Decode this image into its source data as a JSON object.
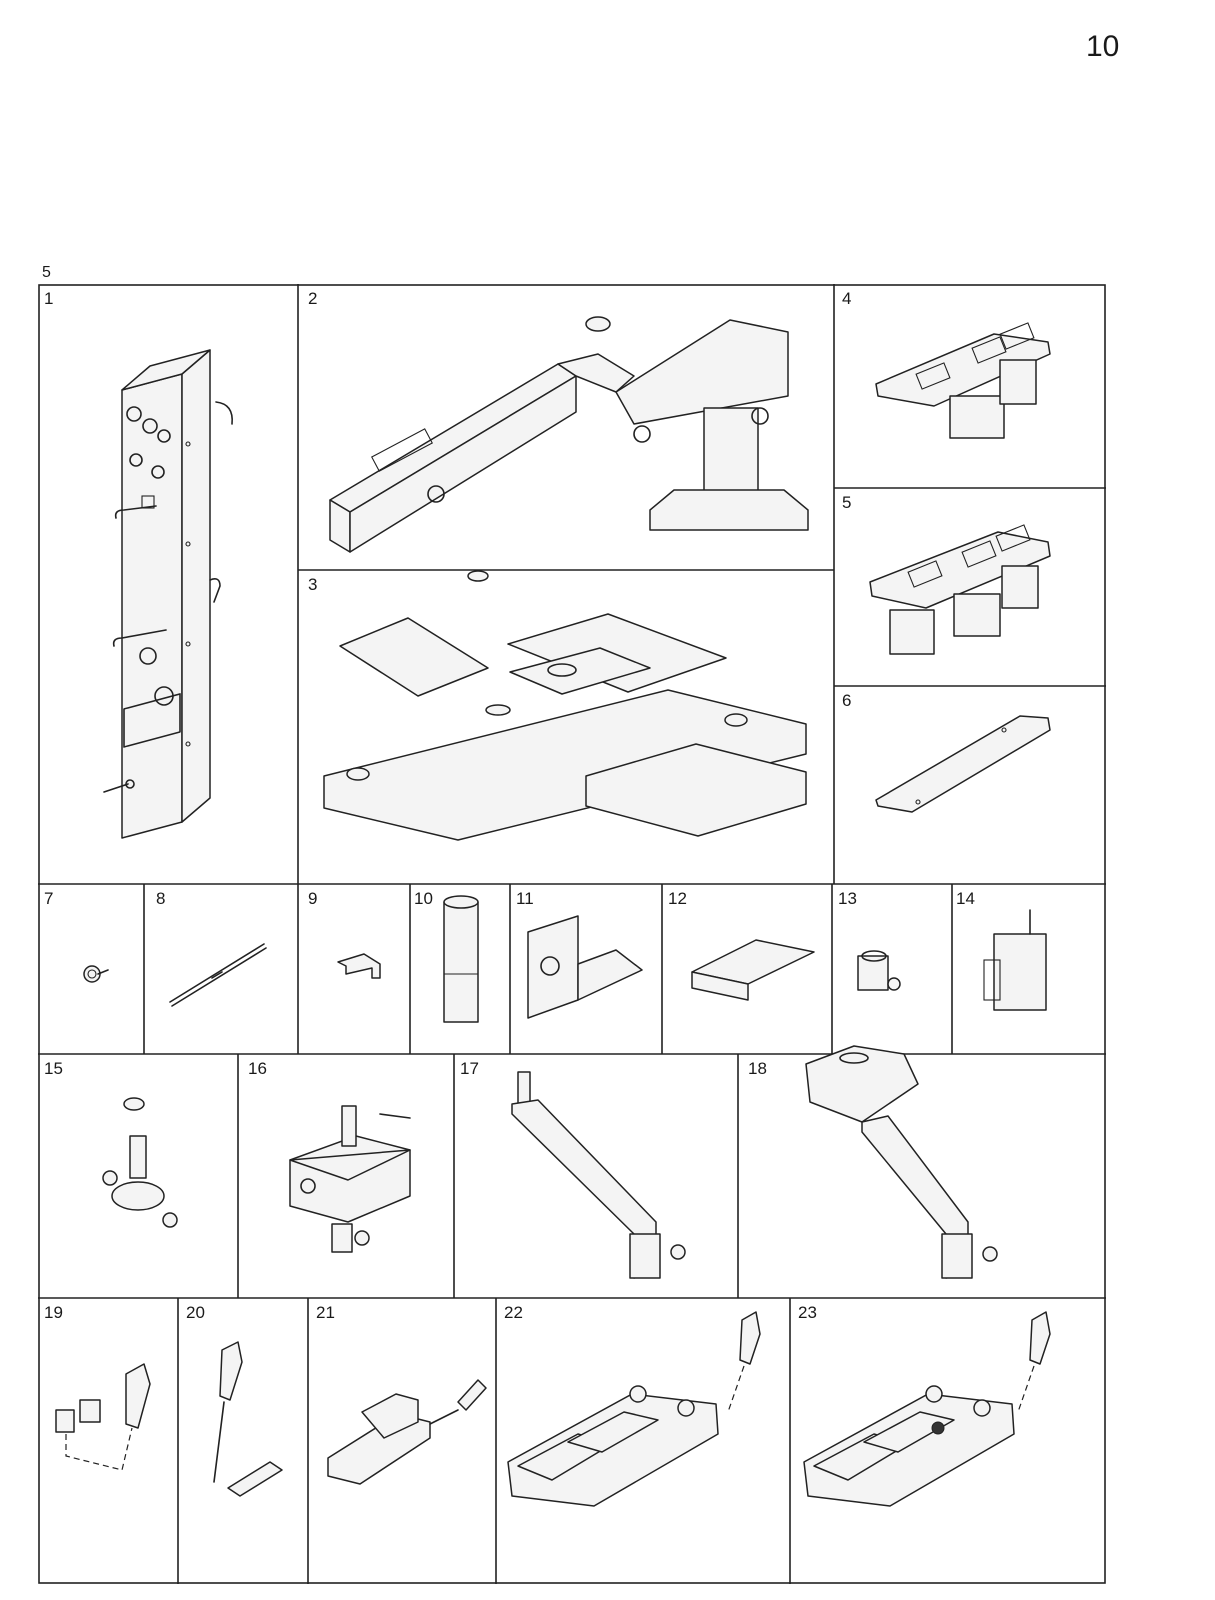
{
  "page": {
    "number": "10",
    "figure_number": "5"
  },
  "cells": [
    {
      "label": "1",
      "item": "column-stand"
    },
    {
      "label": "2",
      "item": "swing-arm"
    },
    {
      "label": "3",
      "item": "stand-base"
    },
    {
      "label": "4",
      "item": "mounting-plate-single"
    },
    {
      "label": "5",
      "item": "mounting-plate-double"
    },
    {
      "label": "6",
      "item": "cover-plate"
    },
    {
      "label": "7",
      "item": "knob"
    },
    {
      "label": "8",
      "item": "rod"
    },
    {
      "label": "9",
      "item": "bracket-clip"
    },
    {
      "label": "10",
      "item": "tube-sleeve"
    },
    {
      "label": "11",
      "item": "angle-bracket"
    },
    {
      "label": "12",
      "item": "bent-plate"
    },
    {
      "label": "13",
      "item": "clamp-block"
    },
    {
      "label": "14",
      "item": "adapter-housing"
    },
    {
      "label": "15",
      "item": "coupling-piece"
    },
    {
      "label": "16",
      "item": "motor-housing"
    },
    {
      "label": "17",
      "item": "support-arm"
    },
    {
      "label": "18",
      "item": "support-arm-with-housing"
    },
    {
      "label": "19",
      "item": "hand-switch-with-plates"
    },
    {
      "label": "20",
      "item": "hand-switch-with-keypad"
    },
    {
      "label": "21",
      "item": "single-foot-pedal"
    },
    {
      "label": "22",
      "item": "double-foot-switch"
    },
    {
      "label": "23",
      "item": "double-foot-switch-with-joystick"
    }
  ]
}
